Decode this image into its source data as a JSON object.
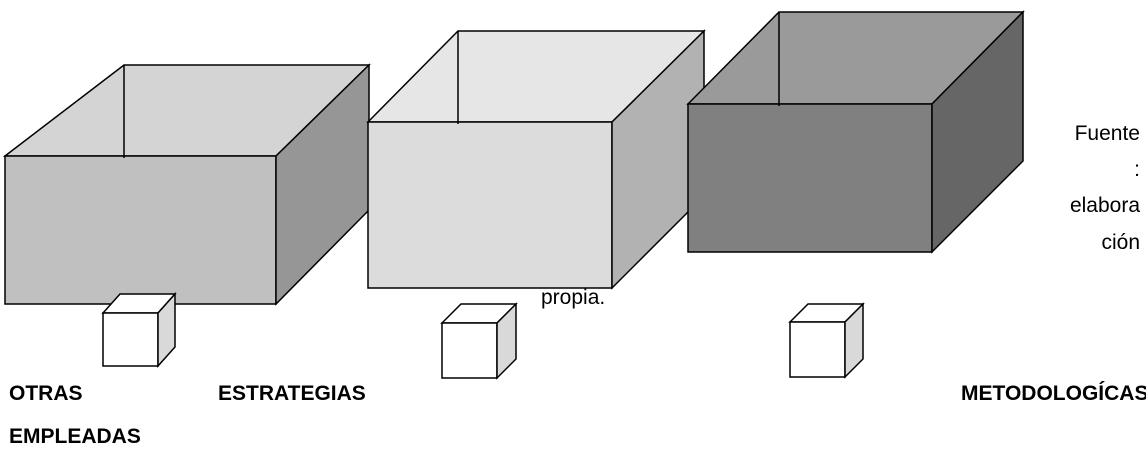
{
  "colors": {
    "background": "#ffffff",
    "outline": "#000000",
    "box1": {
      "front": "#c0c0c0",
      "top": "#d4d4d4",
      "right": "#969696"
    },
    "box2": {
      "front": "#dcdcdc",
      "top": "#e6e6e6",
      "right": "#b2b2b2"
    },
    "box3": {
      "front": "#808080",
      "top": "#9a9a9a",
      "right": "#666666"
    },
    "cube": {
      "front": "#ffffff",
      "top": "#ffffff",
      "right": "#d9d9d9"
    }
  },
  "source_note": {
    "line1": "Fuente",
    "line2": ":",
    "line3": "elabora",
    "line4": "ción",
    "line5": "propia."
  },
  "labels": {
    "otras": "OTRAS",
    "estrategias": "ESTRATEGIAS",
    "metodologicas": "METODOLOGÍCAS",
    "empleadas": "EMPLEADAS"
  }
}
